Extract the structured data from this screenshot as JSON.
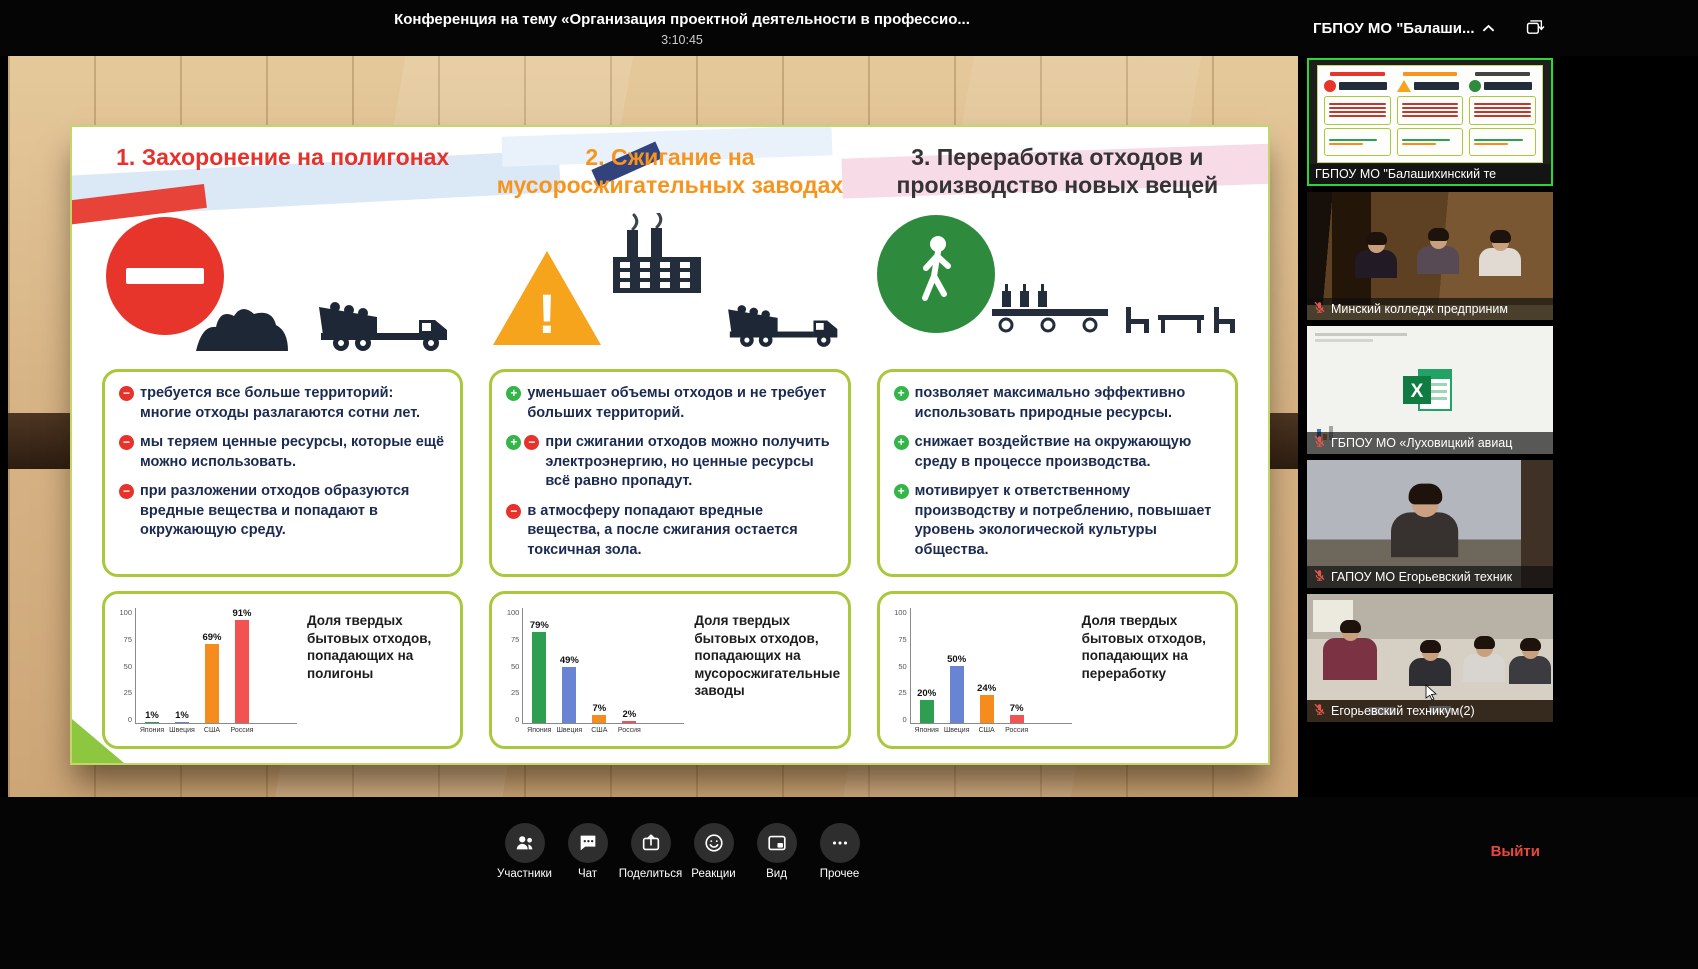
{
  "theme": {
    "accent_green": "#35b44a",
    "accent_red": "#e8312a",
    "accent_orange": "#f7941d",
    "active_speaker_border": "#2bd638"
  },
  "header": {
    "title": "Конференция на тему «Организация проектной деятельности в профессио...",
    "timer": "3:10:45"
  },
  "slide": {
    "columns": [
      {
        "title": "1. Захоронение на полигонах",
        "illustration": "no-entry-sign-landfill-dump-truck",
        "points": [
          {
            "icons": [
              "minus-icon"
            ],
            "text": "требуется все больше территорий: многие отходы разлагаются сотни лет."
          },
          {
            "icons": [
              "minus-icon"
            ],
            "text": "мы теряем ценные ресурсы, которые ещё можно использовать."
          },
          {
            "icons": [
              "minus-icon"
            ],
            "text": "при разложении отходов образуются вредные вещества и попадают в окружающую среду."
          }
        ]
      },
      {
        "title": "2. Сжигание на мусоросжигательных заводах",
        "illustration": "warning-triangle-incinerator-truck",
        "points": [
          {
            "icons": [
              "plus-icon"
            ],
            "text": "уменьшает объемы отходов и не требует больших территорий."
          },
          {
            "icons": [
              "plus-icon",
              "minus-icon"
            ],
            "text": "при сжигании отходов можно получить электроэнергию, но ценные ресурсы всё равно пропадут."
          },
          {
            "icons": [
              "minus-icon"
            ],
            "text": "в атмосферу попадают вредные вещества, а после сжигания остается токсичная зола."
          }
        ]
      },
      {
        "title": "3. Переработка отходов и производство новых вещей",
        "illustration": "recycling-walking-person-conveyor-products",
        "points": [
          {
            "icons": [
              "plus-icon"
            ],
            "text": "позволяет максимально эффективно использовать природные ресурсы."
          },
          {
            "icons": [
              "plus-icon"
            ],
            "text": "снижает воздействие на окружающую среду в процессе производства."
          },
          {
            "icons": [
              "plus-icon"
            ],
            "text": "мотивирует к ответственному производству и потреблению, повышает уровень экологической культуры общества."
          }
        ]
      }
    ]
  },
  "chart_data": [
    {
      "type": "bar",
      "categories": [
        "Япония",
        "Швеция",
        "США",
        "Россия"
      ],
      "values": [
        1,
        1,
        69,
        91
      ],
      "value_labels": [
        "1%",
        "1%",
        "69%",
        "91%"
      ],
      "title": "Доля твердых бытовых отходов,  попадающих на полигоны",
      "xlabel": "",
      "ylabel": "",
      "ylim": [
        0,
        100
      ],
      "yticks": [
        0,
        25,
        50,
        75,
        100
      ],
      "grid": false,
      "legend": "none",
      "bar_colors": [
        "#2e9e50",
        "#6a84d4",
        "#f68b1e",
        "#f25252"
      ]
    },
    {
      "type": "bar",
      "categories": [
        "Япония",
        "Швеция",
        "США",
        "Россия"
      ],
      "values": [
        79,
        49,
        7,
        2
      ],
      "value_labels": [
        "79%",
        "49%",
        "7%",
        "2%"
      ],
      "title": "Доля твердых бытовых отходов, попадающих на мусоросжигательные заводы",
      "xlabel": "",
      "ylabel": "",
      "ylim": [
        0,
        100
      ],
      "yticks": [
        0,
        25,
        50,
        75,
        100
      ],
      "grid": false,
      "legend": "none",
      "bar_colors": [
        "#2e9e50",
        "#6a84d4",
        "#f68b1e",
        "#f25252"
      ]
    },
    {
      "type": "bar",
      "categories": [
        "Япония",
        "Швеция",
        "США",
        "Россия"
      ],
      "values": [
        20,
        50,
        24,
        7
      ],
      "value_labels": [
        "20%",
        "50%",
        "24%",
        "7%"
      ],
      "title": "Доля твердых бытовых отходов, попадающих на переработку",
      "xlabel": "",
      "ylabel": "",
      "ylim": [
        0,
        100
      ],
      "yticks": [
        0,
        25,
        50,
        75,
        100
      ],
      "grid": false,
      "legend": "none",
      "bar_colors": [
        "#2e9e50",
        "#6a84d4",
        "#f68b1e",
        "#f25252"
      ]
    }
  ],
  "sidebar": {
    "header": {
      "label": "ГБПОУ МО \"Балаши...",
      "collapse_icon": "chevron-up-icon",
      "layout_icon": "change-view-icon"
    },
    "participants": [
      {
        "label": "ГБПОУ МО \"Балашихинский те",
        "active": true,
        "muted": false,
        "content": "shared-slide-preview"
      },
      {
        "label": "Минский колледж предприним",
        "active": false,
        "muted": true,
        "content": "meeting-room-three-people"
      },
      {
        "label": "ГБПОУ МО «Луховицкий авиац",
        "active": false,
        "muted": true,
        "content": "excel-presentation"
      },
      {
        "label": "ГАПОУ МО Егорьевский техник",
        "active": false,
        "muted": true,
        "content": "student-at-desk"
      },
      {
        "label": "Егорьевский техникум(2)",
        "active": false,
        "muted": true,
        "content": "classroom-group"
      }
    ]
  },
  "toolbar": {
    "buttons": [
      {
        "label": "Участники",
        "icon": "participants-icon"
      },
      {
        "label": "Чат",
        "icon": "chat-icon"
      },
      {
        "label": "Поделиться",
        "icon": "share-screen-icon"
      },
      {
        "label": "Реакции",
        "icon": "reactions-icon"
      },
      {
        "label": "Вид",
        "icon": "view-icon"
      },
      {
        "label": "Прочее",
        "icon": "more-icon"
      }
    ],
    "exit_label": "Выйти"
  }
}
